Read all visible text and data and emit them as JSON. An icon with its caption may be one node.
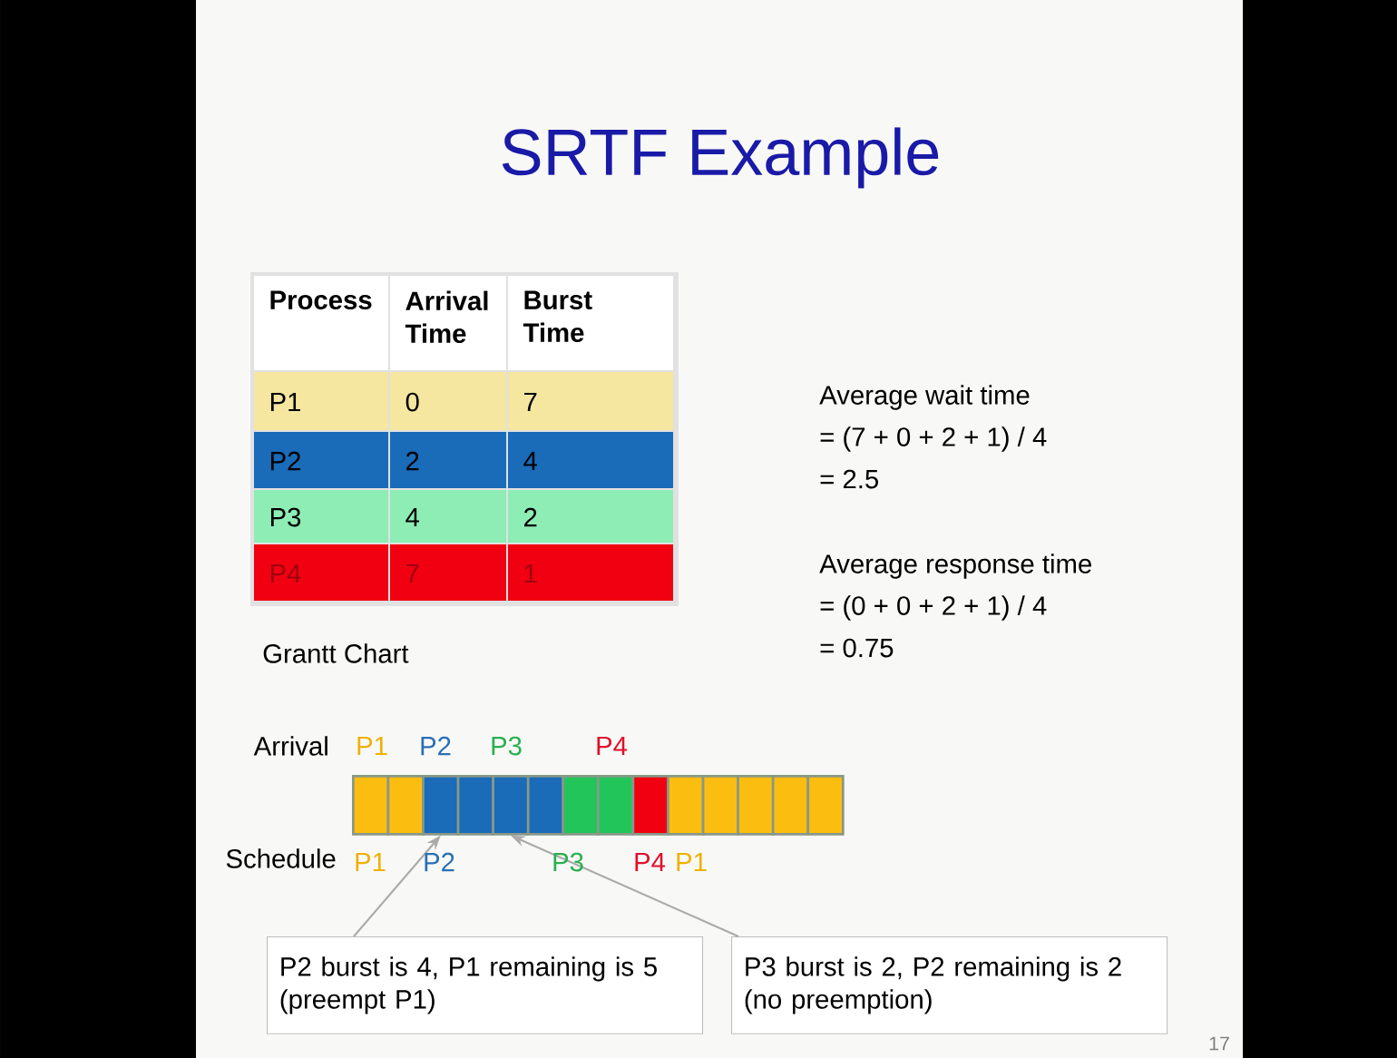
{
  "diagram": {
    "title": "SRTF Example",
    "nodes": [
      {
        "text": [],
        "shape": "box"
      },
      {
        "text": [],
        "shape": "box"
      },
      {
        "text": [],
        "shape": "box"
      },
      {
        "text": [],
        "shape": "box"
      },
      {
        "text": [],
        "shape": "box"
      },
      {
        "text": [],
        "shape": "box"
      },
      {
        "text": [],
        "shape": "box"
      },
      {
        "text": [],
        "shape": "box"
      },
      {
        "text": [],
        "shape": "box"
      },
      {
        "text": [],
        "shape": "box"
      },
      {
        "text": [],
        "shape": "box"
      },
      {
        "text": [],
        "shape": "box"
      },
      {
        "text": [],
        "shape": "box"
      },
      {
        "text": [],
        "shape": "box"
      },
      {
        "text": [
          "P2 burst is 4, P1 remaining is 5 (preempt P1)"
        ]
      },
      {
        "text": [
          "P3 burst is 2, P2 remaining is 2 (no preemption)"
        ]
      }
    ],
    "edges": [
      {
        "from": 14,
        "to": 2,
        "arrow": "to"
      },
      {
        "from": 15,
        "to": 4,
        "arrow": "to"
      }
    ],
    "labels": [
      "Process",
      "Arrival Time",
      "Burst Time",
      "P1",
      "0",
      "7",
      "P2",
      "2",
      "4",
      "P3",
      "4",
      "2",
      "P4",
      "7",
      "1",
      "Average wait time",
      "= (7 + 0 + 2 + 1) / 4",
      "= 2.5",
      "Average response time",
      "= (0 + 0 + 2 + 1) / 4",
      "Grantt Chart",
      "= 0.75",
      "Arrival",
      "P1",
      "P2",
      "P3",
      "P4",
      "Schedule",
      "P1",
      "P2",
      "P3",
      "P4",
      "P1",
      "17"
    ]
  }
}
